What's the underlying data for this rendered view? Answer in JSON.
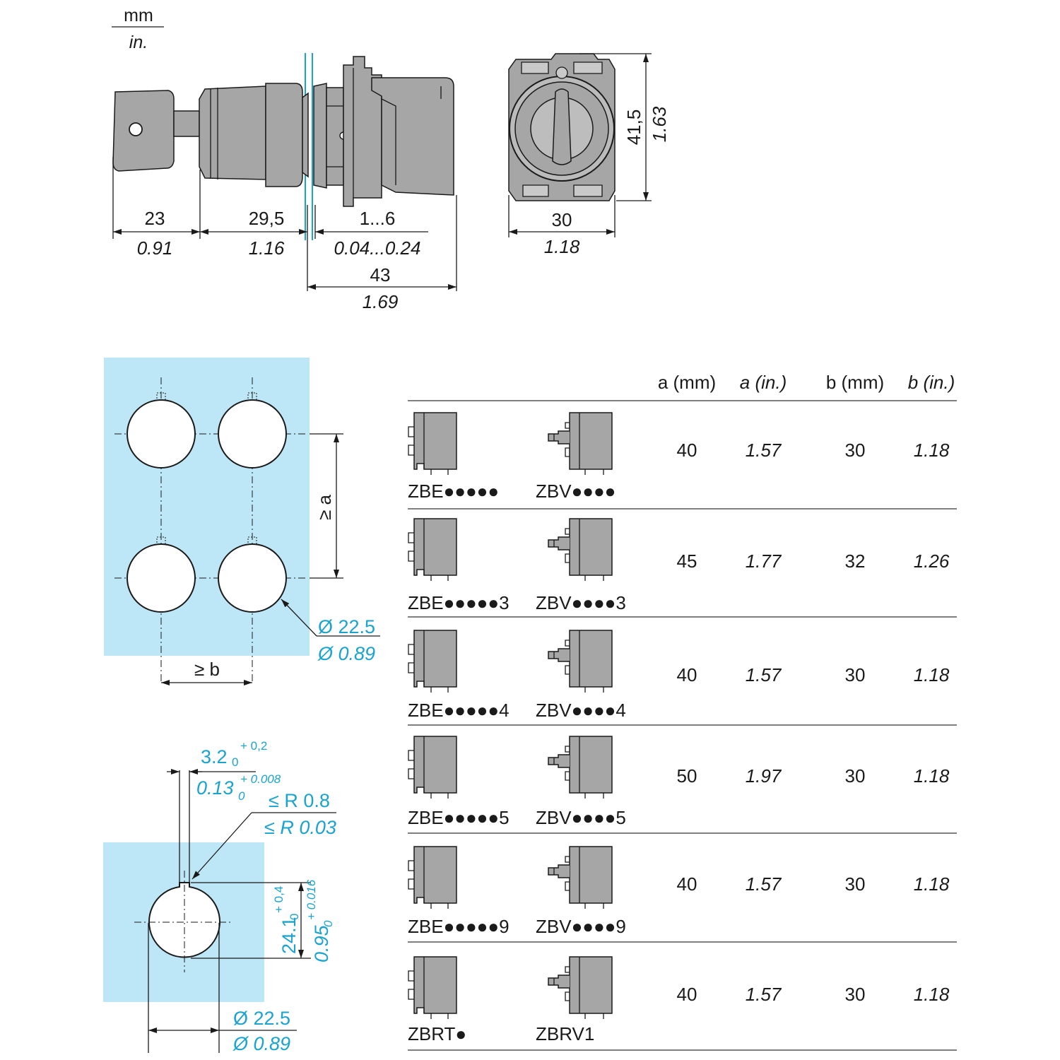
{
  "units": {
    "primary": "mm",
    "secondary": "in."
  },
  "colors": {
    "panel_fill": "#bde6f7",
    "accent_text": "#1aa3cf",
    "part_fill": "#a6a6a6"
  },
  "side_view": {
    "dims": [
      {
        "mm": "23",
        "in": "0.91"
      },
      {
        "mm": "29,5",
        "in": "1.16"
      },
      {
        "mm": "1...6",
        "in": "0.04...0.24"
      },
      {
        "mm": "43",
        "in": "1.69"
      }
    ]
  },
  "front_view": {
    "width": {
      "mm": "30",
      "in": "1.18"
    },
    "height": {
      "mm": "41,5",
      "in": "1.63"
    }
  },
  "panel_layout": {
    "label_a": "≥ a",
    "label_b": "≥ b",
    "hole_dia": {
      "mm": "Ø 22.5",
      "in": "Ø 0.89"
    }
  },
  "cutout": {
    "key_width": {
      "mm_base": "3.2",
      "mm_upper": "+ 0,2",
      "mm_lower": "0",
      "in_base": "0.13",
      "in_upper": "+ 0.008",
      "in_lower": "0"
    },
    "radius": {
      "mm": "≤ R 0.8",
      "in": "≤ R 0.03"
    },
    "height": {
      "mm_base": "24.1",
      "mm_upper": "+ 0,4",
      "mm_lower": "0",
      "in_base": "0.95",
      "in_upper": "+ 0.016",
      "in_lower": "0"
    },
    "hole_dia": {
      "mm": "Ø 22.5",
      "in": "Ø 0.89"
    }
  },
  "table": {
    "headers": [
      "a (mm)",
      "a (in.)",
      "b (mm)",
      "b (in.)"
    ],
    "rows": [
      {
        "left_ref": "ZBE●●●●●",
        "right_ref": "ZBV●●●●",
        "a_mm": "40",
        "a_in": "1.57",
        "b_mm": "30",
        "b_in": "1.18"
      },
      {
        "left_ref": "ZBE●●●●●3",
        "right_ref": "ZBV●●●●3",
        "a_mm": "45",
        "a_in": "1.77",
        "b_mm": "32",
        "b_in": "1.26"
      },
      {
        "left_ref": "ZBE●●●●●4",
        "right_ref": "ZBV●●●●4",
        "a_mm": "40",
        "a_in": "1.57",
        "b_mm": "30",
        "b_in": "1.18"
      },
      {
        "left_ref": "ZBE●●●●●5",
        "right_ref": "ZBV●●●●5",
        "a_mm": "50",
        "a_in": "1.97",
        "b_mm": "30",
        "b_in": "1.18"
      },
      {
        "left_ref": "ZBE●●●●●9",
        "right_ref": "ZBV●●●●9",
        "a_mm": "40",
        "a_in": "1.57",
        "b_mm": "30",
        "b_in": "1.18"
      },
      {
        "left_ref": "ZBRT●",
        "right_ref": "ZBRV1",
        "a_mm": "40",
        "a_in": "1.57",
        "b_mm": "30",
        "b_in": "1.18"
      }
    ]
  }
}
